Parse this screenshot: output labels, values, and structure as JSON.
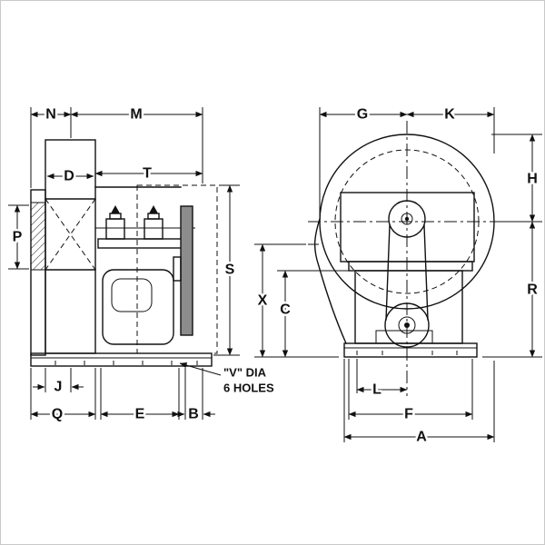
{
  "drawing": {
    "colors": {
      "line": "#111111",
      "background": "#ffffff",
      "sheave_fill": "#8c8c8c"
    },
    "side": {
      "dims": {
        "N": "N",
        "M": "M",
        "D": "D",
        "T": "T",
        "P": "P",
        "S": "S",
        "J": "J",
        "Q": "Q",
        "E": "E",
        "B": "B"
      },
      "note": {
        "line1": "\"V\" DIA",
        "line2": "6 HOLES"
      }
    },
    "front": {
      "dims": {
        "G": "G",
        "K": "K",
        "H": "H",
        "R": "R",
        "X": "X",
        "C": "C",
        "L": "L",
        "F": "F",
        "A": "A"
      }
    }
  }
}
